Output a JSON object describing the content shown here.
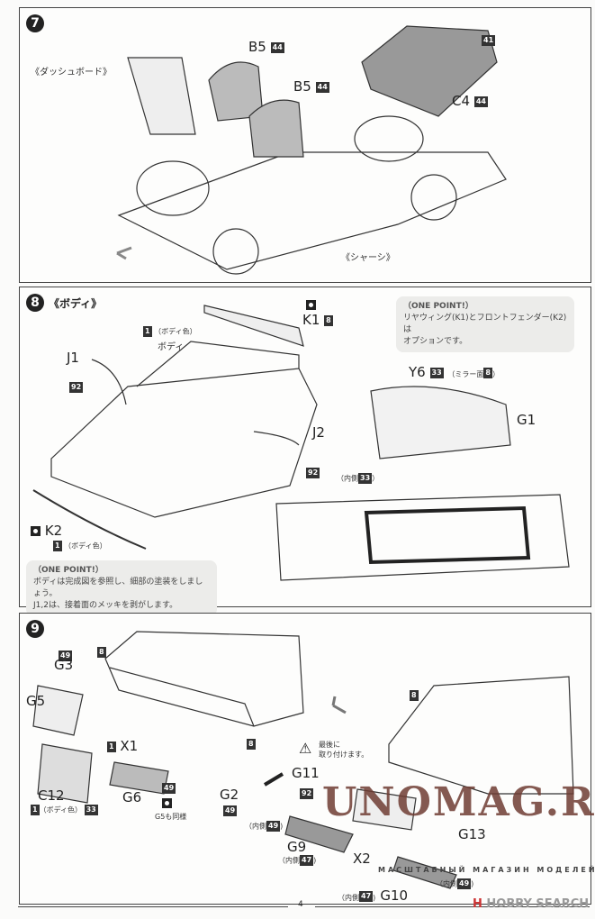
{
  "step7": {
    "number": "7",
    "dashboard": "《ダッシュボード》",
    "seat1": "B5",
    "seat1_color": "44",
    "seat2": "B5",
    "seat2_color": "44",
    "rear_seat": "C4",
    "rear_seat_color": "44",
    "shelf_color": "41",
    "chassis": "《シャーシ》"
  },
  "step8": {
    "number": "8",
    "title": "《ボディ》",
    "k1": "K1",
    "k1_color": "8",
    "body_color_num": "1",
    "body_color_label": "（ボディ色）",
    "body": "ボディ",
    "j1": "J1",
    "j1_color": "92",
    "j2": "J2",
    "j2_color": "92",
    "y6": "Y6",
    "y6_color": "33",
    "y6_note_pre": "（ミラー面",
    "y6_note_color": "8",
    "y6_note_post": "）",
    "g1": "G1",
    "inner_label": "（内側",
    "inner_color": "33",
    "inner_post": "）",
    "k2": "K2",
    "k2_color_num": "1",
    "k2_color_label": "（ボディ色）",
    "onepoint1": {
      "title": "（ONE POINT!）",
      "line1": "リヤウィング(K1)とフロントフェンダー(K2)は",
      "line2": "オプションです。"
    },
    "onepoint2": {
      "title": "（ONE POINT!）",
      "line1": "ボディは完成図を参照し、細部の塗装をしましょう。",
      "line2": "J1,2は、接着面のメッキを剥がします。"
    }
  },
  "step9": {
    "number": "9",
    "g3_color": "49",
    "g3": "G3",
    "c8a": "8",
    "g5": "G5",
    "x1_color": "1",
    "x1": "X1",
    "c12": "C12",
    "c12_color_num": "1",
    "c12_color_label": "（ボディ色）",
    "c12_color": "33",
    "g6": "G6",
    "g6_color": "49",
    "g5_same": "G5も同様",
    "g2": "G2",
    "g2_color": "49",
    "c8b": "8",
    "c8c": "8",
    "warning": "最後に",
    "warning2": "取り付けます。",
    "g11": "G11",
    "g11_color": "92",
    "inner_a": "（内側",
    "inner_a_color": "49",
    "g9": "G9",
    "inner_b": "（内側",
    "inner_b_color": "47",
    "x2": "X2",
    "g13": "G13",
    "inner_c": "（内側",
    "inner_c_color": "49",
    "inner_d": "（内側",
    "inner_d_color": "47",
    "g10": "G10"
  },
  "footer": {
    "page": "4",
    "watermark": "UNOMAG.RU",
    "watermark_sub": "МАСШТАБНЫЙ МАГАЗИН МОДЕЛЕЙ",
    "hobby": "H",
    "brand": "HOBBY SEARCH"
  }
}
